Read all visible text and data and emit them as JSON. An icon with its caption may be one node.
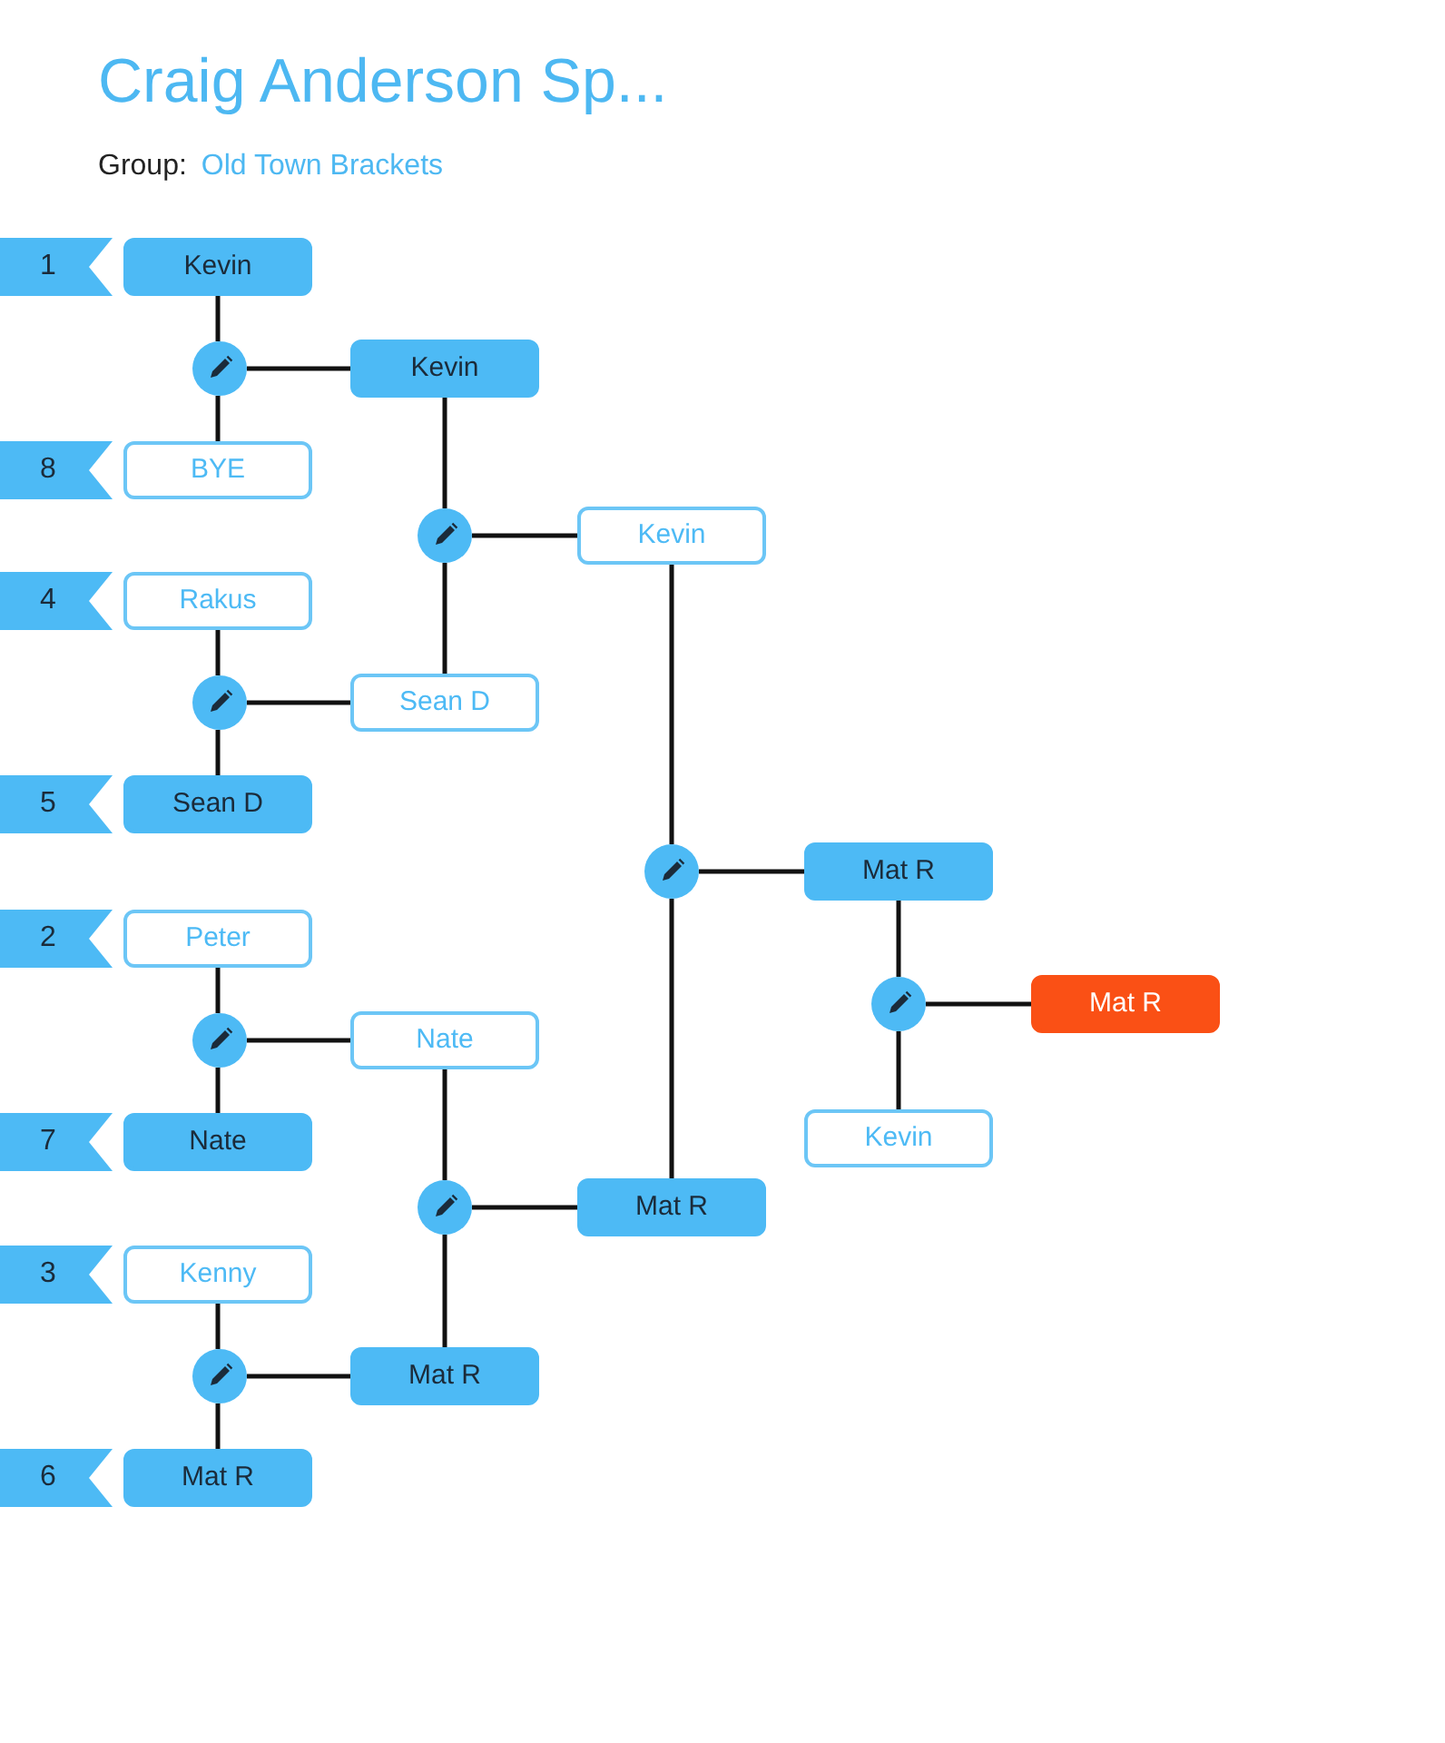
{
  "diagram": {
    "title": "Craig Anderson Sp...",
    "labels": [
      "Group:",
      "Old Town Brackets"
    ],
    "nodes": [
      {
        "text": [
          "1"
        ]
      },
      {
        "text": [
          "Kevin"
        ]
      },
      {
        "text": [
          "8"
        ]
      },
      {
        "text": [
          "BYE"
        ]
      },
      {
        "text": [
          "4"
        ]
      },
      {
        "text": [
          "Rakus"
        ]
      },
      {
        "text": [
          "5"
        ]
      },
      {
        "text": [
          "Sean D"
        ]
      },
      {
        "text": [
          "2"
        ]
      },
      {
        "text": [
          "Peter"
        ]
      },
      {
        "text": [
          "7"
        ]
      },
      {
        "text": [
          "Nate"
        ]
      },
      {
        "text": [
          "3"
        ]
      },
      {
        "text": [
          "Kenny"
        ]
      },
      {
        "text": [
          "6"
        ]
      },
      {
        "text": [
          "Mat R"
        ]
      },
      {
        "text": [],
        "shape": "circle"
      },
      {
        "text": [],
        "shape": "circle"
      },
      {
        "text": [],
        "shape": "circle"
      },
      {
        "text": [],
        "shape": "circle"
      },
      {
        "text": [
          "Kevin"
        ]
      },
      {
        "text": [
          "Sean D"
        ]
      },
      {
        "text": [
          "Nate"
        ]
      },
      {
        "text": [
          "Mat R"
        ]
      },
      {
        "text": [],
        "shape": "circle"
      },
      {
        "text": [],
        "shape": "circle"
      },
      {
        "text": [
          "Kevin"
        ]
      },
      {
        "text": [
          "Mat R"
        ]
      },
      {
        "text": [],
        "shape": "circle"
      },
      {
        "text": [
          "Mat R"
        ]
      },
      {
        "text": [
          "Kevin"
        ]
      },
      {
        "text": [],
        "shape": "circle"
      },
      {
        "text": [
          "Mat R"
        ]
      }
    ],
    "edges": [
      {
        "from": 1,
        "to": 16,
        "arrow": "none"
      },
      {
        "from": 3,
        "to": 16,
        "arrow": "none"
      },
      {
        "from": 16,
        "to": 20,
        "arrow": "none"
      },
      {
        "from": 5,
        "to": 17,
        "arrow": "none"
      },
      {
        "from": 7,
        "to": 17,
        "arrow": "none"
      },
      {
        "from": 17,
        "to": 21,
        "arrow": "none"
      },
      {
        "from": 9,
        "to": 18,
        "arrow": "none"
      },
      {
        "from": 11,
        "to": 18,
        "arrow": "none"
      },
      {
        "from": 18,
        "to": 22,
        "arrow": "none"
      },
      {
        "from": 13,
        "to": 19,
        "arrow": "none"
      },
      {
        "from": 15,
        "to": 19,
        "arrow": "none"
      },
      {
        "from": 19,
        "to": 23,
        "arrow": "none"
      },
      {
        "from": 20,
        "to": 24,
        "arrow": "none"
      },
      {
        "from": 21,
        "to": 24,
        "arrow": "none"
      },
      {
        "from": 24,
        "to": 26,
        "arrow": "none"
      },
      {
        "from": 22,
        "to": 25,
        "arrow": "none"
      },
      {
        "from": 23,
        "to": 25,
        "arrow": "none"
      },
      {
        "from": 25,
        "to": 27,
        "arrow": "none"
      },
      {
        "from": 26,
        "to": 28,
        "arrow": "none"
      },
      {
        "from": 27,
        "to": 28,
        "arrow": "none"
      },
      {
        "from": 28,
        "to": 29,
        "arrow": "none"
      },
      {
        "from": 29,
        "to": 31,
        "arrow": "none"
      },
      {
        "from": 30,
        "to": 31,
        "arrow": "none"
      },
      {
        "from": 31,
        "to": 32,
        "arrow": "none"
      }
    ]
  }
}
